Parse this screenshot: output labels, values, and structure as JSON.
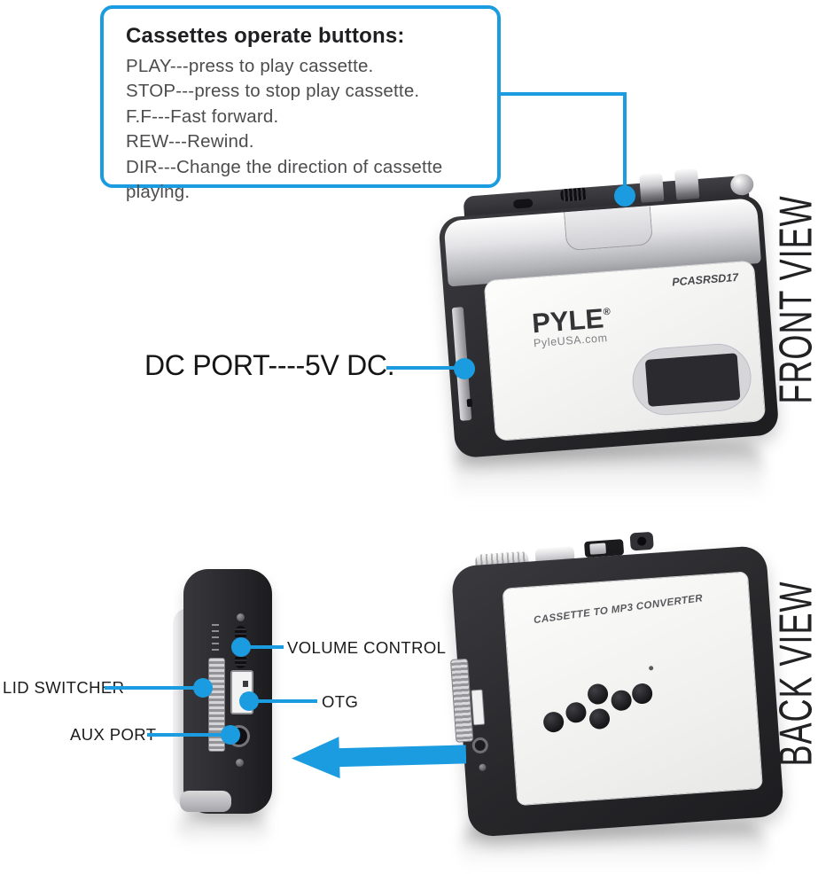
{
  "colors": {
    "accent": "#1b9ce0",
    "ink": "#1d1d1f",
    "muted_text": "#4d4d4f"
  },
  "callout": {
    "title": "Cassettes operate buttons:",
    "lines": [
      "PLAY---press to play cassette.",
      "STOP---press to stop play cassette.",
      "F.F---Fast forward.",
      "REW---Rewind.",
      "DIR---Change the direction of cassette playing."
    ]
  },
  "annotations": {
    "dc_port": "DC PORT----5V DC.",
    "volume_control": "VOLUME CONTROL",
    "otg": "OTG",
    "lid_switcher": "LID SWITCHER",
    "aux_port": "AUX PORT"
  },
  "views": {
    "front": "FRONT VIEW",
    "back": "BACK VIEW"
  },
  "front_device": {
    "brand": "PYLE",
    "trademark": "®",
    "website": "PyleUSA.com",
    "model": "PCASRSD17"
  },
  "back_device": {
    "panel_text": "CASSETTE TO MP3 CONVERTER"
  }
}
